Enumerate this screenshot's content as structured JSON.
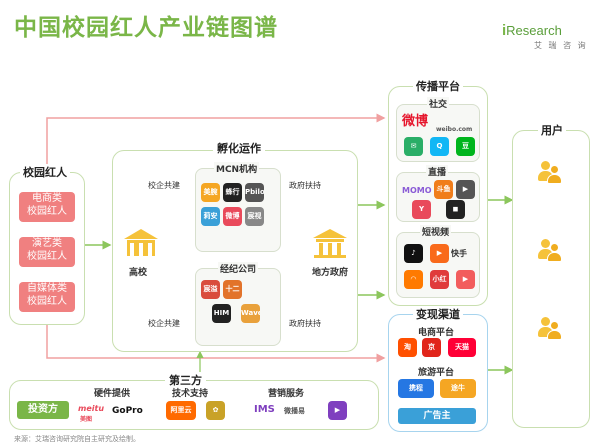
{
  "title": "中国校园红人产业链图谱",
  "brand": {
    "prefix": "i",
    "name": "Research",
    "sub": "艾 瑞 咨 询"
  },
  "source": "来源：艾瑞咨询研究院自主研究及绘制。",
  "campus_kol": {
    "title": "校园红人",
    "items": [
      "电商类\n校园红人",
      "演艺类\n校园红人",
      "自媒体类\n校园红人"
    ]
  },
  "incubation": {
    "title": "孵化运作",
    "mcn": "MCN机构",
    "agency": "经纪公司",
    "school": "高校",
    "gov": "地方政府",
    "school_coop_top": "校企共建",
    "school_coop_bottom": "校企共建",
    "gov_support_top": "政府扶持",
    "gov_support_bottom": "政府扶持"
  },
  "distribution": {
    "title": "传播平台",
    "social": "社交",
    "live": "直播",
    "short_video": "短视频",
    "logos": {
      "weibo": "微博",
      "weibo_url": "weibo.com",
      "douyu": "斗鱼",
      "momo": "MOMO",
      "kuaishou": "快手",
      "ocean": "小红书"
    }
  },
  "monetization": {
    "title": "变现渠道",
    "ecommerce": "电商平台",
    "travel": "旅游平台",
    "ads": "广告主",
    "logos": {
      "taobao": "淘",
      "tmall": "天猫",
      "ctrip": "携程",
      "tuniu": "途牛"
    }
  },
  "users": {
    "title": "用户"
  },
  "third_party": {
    "title": "第三方",
    "investor": "投资方",
    "hardware": "硬件提供",
    "tech": "技术支持",
    "marketing": "营销服务",
    "logos": {
      "meitu": "meitu",
      "meitu_sub": "美图",
      "gopro": "GoPro",
      "alipay": "阿里云",
      "ims": "IMS",
      "weibo_sm": "微播易"
    }
  },
  "mcn_logos": [
    "美腕",
    "蜂行",
    "Pbilon",
    "莉安遇",
    "微博",
    "宸视"
  ],
  "agency_logos": [
    "宸溢",
    "十二",
    "HIM",
    "Wave"
  ],
  "colors": {
    "accent": "#7ab648",
    "pink": "#f08080",
    "blue": "#3aa0d8"
  }
}
